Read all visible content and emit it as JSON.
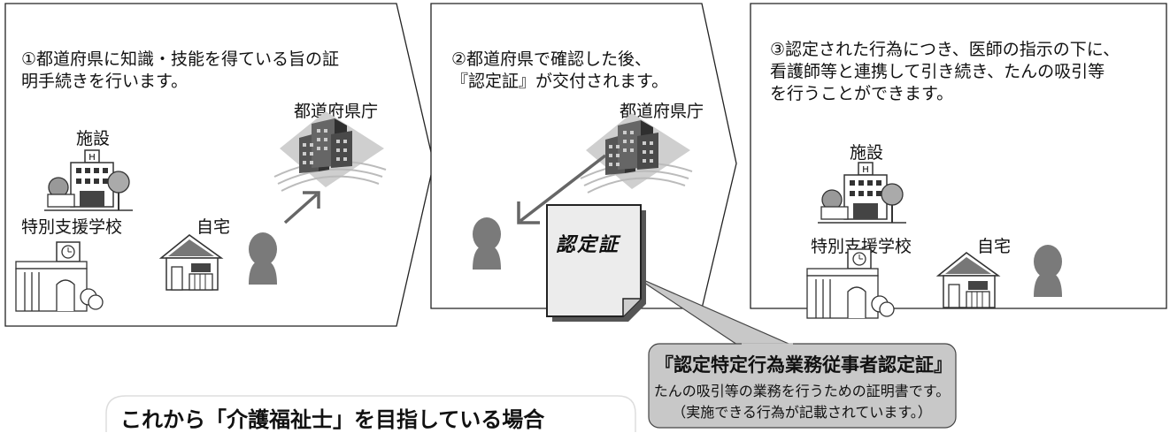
{
  "steps": [
    {
      "text": "①都道府県に知識・技能を得ている旨の証\n明手続きを行います。",
      "labels": {
        "facility": "施設",
        "school": "特別支援学校",
        "home": "自宅",
        "office": "都道府県庁"
      }
    },
    {
      "text": "②都道府県で確認した後、\n『認定証』が交付されます。",
      "labels": {
        "office": "都道府県庁",
        "certificate": "認定証"
      }
    },
    {
      "text": "③認定された行為につき、医師の指示の下に、\n看護師等と連携して引き続き、たんの吸引等\nを行うことができます。",
      "labels": {
        "facility": "施設",
        "school": "特別支援学校",
        "home": "自宅"
      }
    }
  ],
  "callout": {
    "title": "『認定特定行為業務従事者認定証』",
    "line1": "たんの吸引等の業務を行うための証明書です。",
    "line2": "（実施できる行為が記載されています。）"
  },
  "bottom_heading": "これから「介護福祉士」を目指している場合",
  "colors": {
    "bubble_fill": "#c8c8c8",
    "person": "#7a7a7a",
    "arrow": "#666666",
    "building_dark": "#444444"
  }
}
